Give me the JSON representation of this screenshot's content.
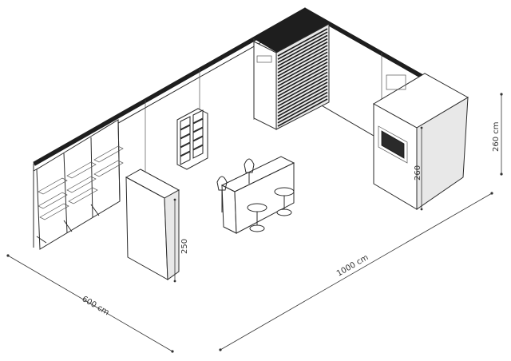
{
  "dimensions": {
    "depth_label": "600 cm",
    "length_label": "1000 cm",
    "height_label": "260 cm",
    "storage_height_label": "260",
    "panel_height_label": "250"
  }
}
